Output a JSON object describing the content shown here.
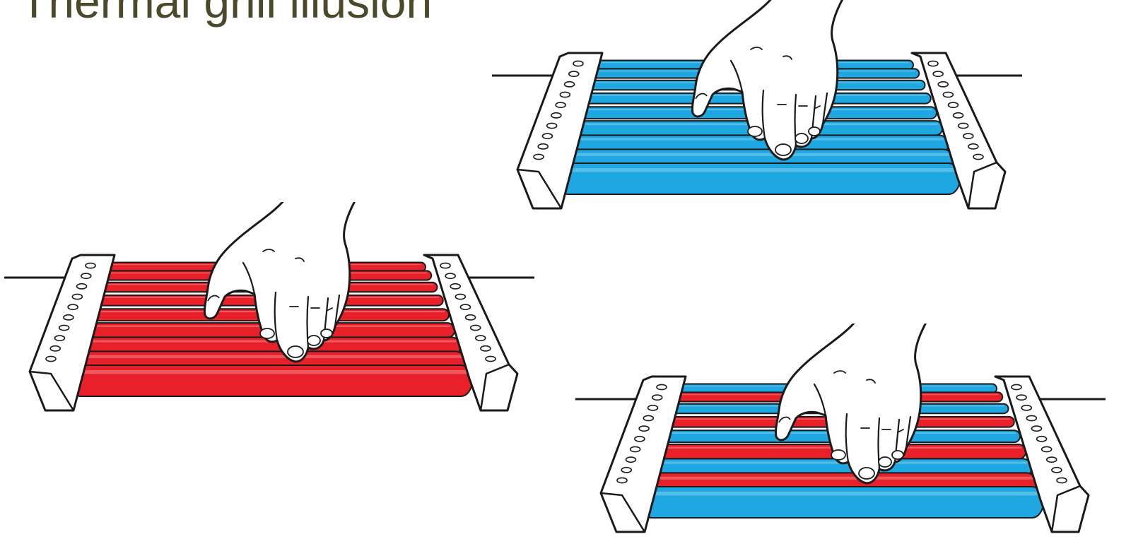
{
  "slide": {
    "title": "Thermal grill illusion"
  },
  "colors": {
    "cold": "#1ea7e1",
    "warm": "#e8202a",
    "outline": "#1a1a1a",
    "frame": "#ffffff",
    "title_text": "#4a4a2a"
  },
  "figures": [
    {
      "id": "fig-blue",
      "name": "grill-all-cold",
      "bars": [
        "cold",
        "cold",
        "cold",
        "cold",
        "cold",
        "cold",
        "cold",
        "cold",
        "cold"
      ]
    },
    {
      "id": "fig-red",
      "name": "grill-all-warm",
      "bars": [
        "warm",
        "warm",
        "warm",
        "warm",
        "warm",
        "warm",
        "warm",
        "warm",
        "warm"
      ]
    },
    {
      "id": "fig-mixed",
      "name": "grill-alternating",
      "bars": [
        "cold",
        "warm",
        "cold",
        "warm",
        "cold",
        "warm",
        "cold",
        "warm",
        "cold"
      ]
    }
  ]
}
